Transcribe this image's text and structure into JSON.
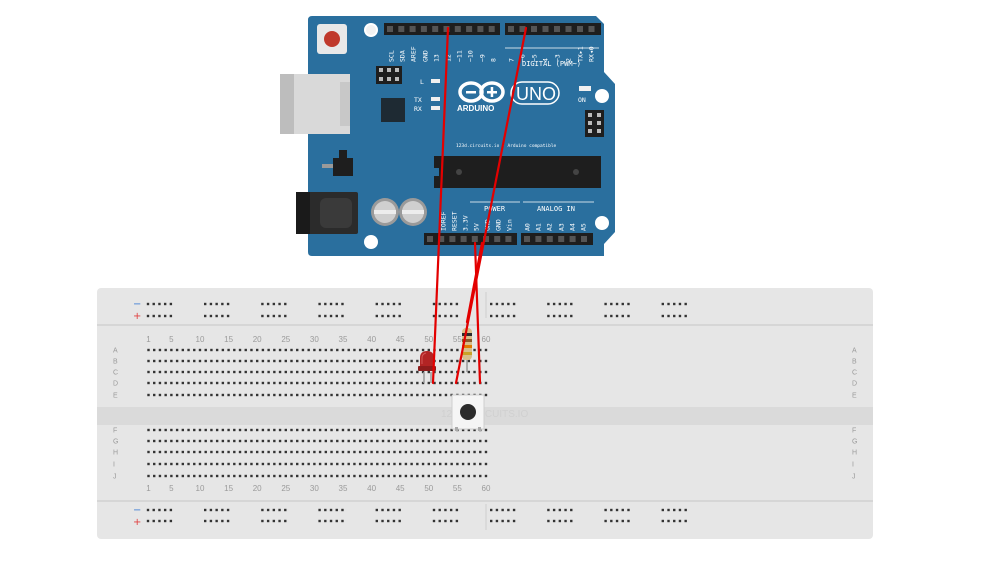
{
  "arduino": {
    "brand": "ARDUINO",
    "model": "UNO",
    "digital_header": "DIGITAL (PWM~)",
    "power_header": "POWER",
    "analog_header": "ANALOG IN",
    "compat_text": "123d.circuits.io - Arduino compatible",
    "on_label": "ON",
    "tx_label": "TX",
    "rx_label": "RX",
    "l_label": "L",
    "top_pins": [
      "SCL",
      "SDA",
      "AREF",
      "GND",
      "13",
      "12",
      "~11",
      "~10",
      "~9",
      "8",
      "7",
      "~6",
      "~5",
      "4",
      "~3",
      "2",
      "TX▸1",
      "RX◂0"
    ],
    "bottom_pins": [
      "IOREF",
      "RESET",
      "3.3V",
      "5V",
      "GND",
      "GND",
      "Vin",
      "A0",
      "A1",
      "A2",
      "A3",
      "A4",
      "A5"
    ]
  },
  "breadboard": {
    "col_labels": [
      "1",
      "5",
      "10",
      "15",
      "20",
      "25",
      "30",
      "35",
      "40",
      "45",
      "50",
      "55",
      "60"
    ],
    "top_rows": [
      "A",
      "B",
      "C",
      "D",
      "E"
    ],
    "bottom_rows": [
      "F",
      "G",
      "H",
      "I",
      "J"
    ],
    "rail_minus": "−",
    "rail_plus": "+",
    "watermark": "123D.CIRCUITS.IO"
  },
  "colors": {
    "board": "#2a6f9e",
    "wire": "#e30000",
    "breadboard": "#e6e6e6"
  }
}
